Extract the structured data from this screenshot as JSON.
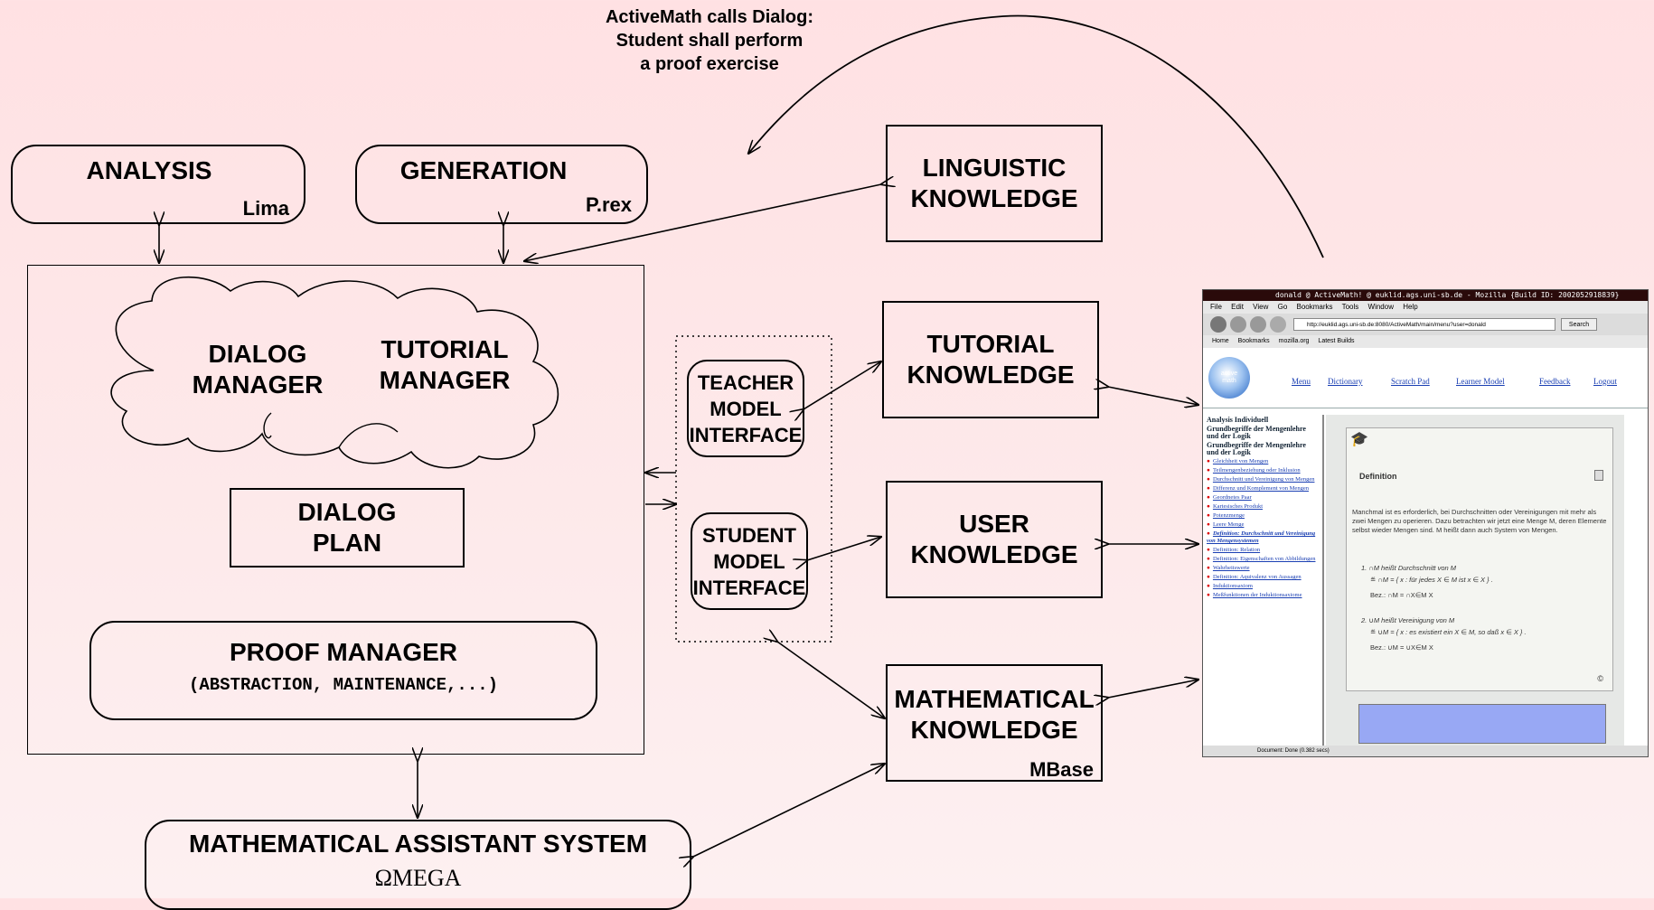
{
  "caption": {
    "line1": "ActiveMath calls Dialog:",
    "line2": "Student shall perform",
    "line3": "a proof exercise"
  },
  "analysis": {
    "title": "ANALYSIS",
    "sub": "Lima"
  },
  "generation": {
    "title": "GENERATION",
    "sub": "P.rex"
  },
  "linguistic": {
    "line1": "LINGUISTIC",
    "line2": "KNOWLEDGE"
  },
  "tutorial_kn": {
    "line1": "TUTORIAL",
    "line2": "KNOWLEDGE"
  },
  "user_kn": {
    "line1": "USER",
    "line2": "KNOWLEDGE"
  },
  "math_kn": {
    "line1": "MATHEMATICAL",
    "line2": "KNOWLEDGE",
    "sub": "MBase"
  },
  "dialog_manager": {
    "line1": "DIALOG",
    "line2": "MANAGER"
  },
  "tutorial_manager": {
    "line1": "TUTORIAL",
    "line2": "MANAGER"
  },
  "dialog_plan": {
    "line1": "DIALOG",
    "line2": "PLAN"
  },
  "proof_manager": {
    "title": "PROOF MANAGER",
    "sub": "(ABSTRACTION, MAINTENANCE,...)"
  },
  "teacher_model": {
    "line1": "TEACHER",
    "line2": "MODEL",
    "line3": "INTERFACE"
  },
  "student_model": {
    "line1": "STUDENT",
    "line2": "MODEL",
    "line3": "INTERFACE"
  },
  "mas": {
    "title": "MATHEMATICAL ASSISTANT SYSTEM",
    "sub": "ΩMEGA"
  },
  "browser": {
    "title": "donald @ ActiveMath! @ euklid.ags.uni-sb.de - Mozilla {Build ID: 2002052918839}",
    "menu": [
      "File",
      "Edit",
      "View",
      "Go",
      "Bookmarks",
      "Tools",
      "Window",
      "Help"
    ],
    "url": "http://euklid.ags.uni-sb.de:8080/ActiveMath/main/menu?user=donald",
    "search": "Search",
    "bookmarks": [
      "Home",
      "Bookmarks",
      "mozilla.org",
      "Latest Builds"
    ],
    "logo": "active math",
    "nav": [
      "Menu",
      "Dictionary",
      "Scratch Pad",
      "Learner Model",
      "Feedback",
      "Logout"
    ],
    "sidebar": [
      "Analysis Individuell",
      "Grundbegriffe der Mengenlehre und der Logik",
      "Grundbegriffe der Mengenlehre und der Logik",
      "Gleichheit von Mengen",
      "Teilmengenbeziehung oder Inklusion",
      "Durchschnitt und Vereinigung von Mengen",
      "Differenz und Komplement von Mengen",
      "Geordnetes Paar",
      "Kartesisches Produkt",
      "Potenzmenge",
      "Leere Menge",
      "Definition: Durchschnitt und Vereinigung von Mengensystemen",
      "Definition: Relation",
      "Definition: Eigenschaften von Abbildungen",
      "Wahrheitswerte",
      "Definition: Aquivalenz von Aussagen",
      "Induktionsaxiom",
      "Meßfunktionen der Induktionsaxiome"
    ],
    "card_title": "Definition",
    "card_text": "Manchmal ist es erforderlich, bei Durchschnitten oder Vereinigungen mit mehr als zwei Mengen zu operieren. Dazu betrachten wir jetzt eine Menge M, deren Elemente selbst wieder Mengen sind. M heißt dann auch System von Mengen.",
    "item1": "1. ∩M heißt Durchschnitt von M",
    "item1b": "≝ ∩M = { x : für jedes X ∈ M ist x ∈ X } .",
    "item1c": "Bez.: ∩M = ∩X∈M X",
    "item2": "2. ∪M heißt Vereinigung von M",
    "item2b": "≝ ∪M = { x : es existiert ein X ∈ M, so daß x ∈ X } .",
    "item2c": "Bez.: ∪M = ∪X∈M X",
    "copy": "©",
    "status": "Document: Done (0.382 secs)"
  }
}
